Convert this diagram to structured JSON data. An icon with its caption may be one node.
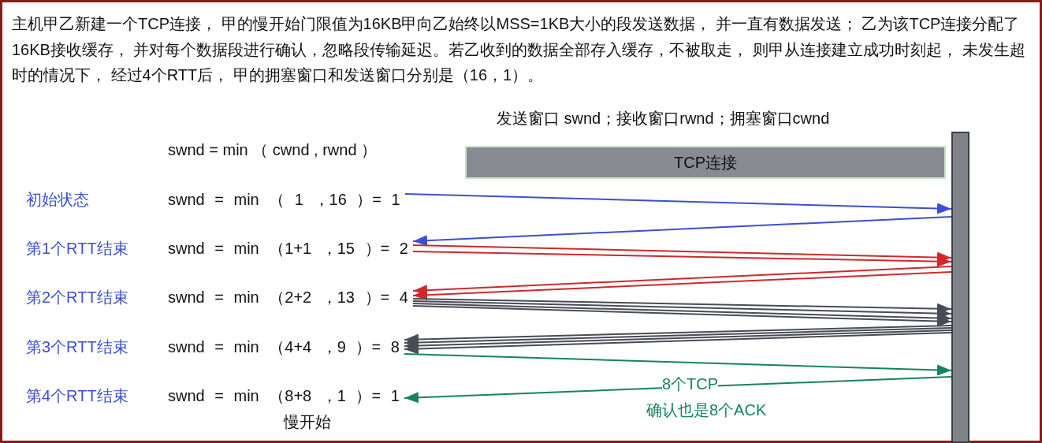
{
  "diagram": {
    "title": "主机甲乙新建一个TCP连接， 甲的慢开始门限值为16KB甲向乙始终以MSS=1KB大小的段发送数据， 并一直有数据发送； 乙为该TCP连接分配了16KB接收缓存， 并对每个数据段进行确认，忽略段传输延迟。若乙收到的数据全部存入缓存，不被取走， 则甲从连接建立成功时刻起， 未发生超时的情况下， 经过4个RTT后， 甲的拥塞窗口和发送窗口分别是（16，1）。",
    "nodes": [
      {
        "text": [
          "TCP连接"
        ]
      },
      {
        "text": [],
        "shape": "bar"
      },
      {
        "text": [
          "swnd = min （ 1 ，16 ）= 1"
        ]
      },
      {
        "text": [
          "swnd = min （1+1 ，15 ）= 2"
        ]
      },
      {
        "text": [
          "swnd = min （2+2 ，13 ）= 4"
        ]
      },
      {
        "text": [
          "swnd = min （4+4 ，9 ）= 8"
        ]
      },
      {
        "text": [
          "swnd = min （8+8 ，1 ）= 1"
        ]
      }
    ],
    "edges": [
      {
        "from": 2,
        "to": 1,
        "arrow": "to",
        "color": "#3b50d0"
      },
      {
        "from": 1,
        "to": 3,
        "arrow": "to",
        "color": "#3b50d0"
      },
      {
        "from": 3,
        "to": 1,
        "arrow": "to",
        "color": "#d0282d"
      },
      {
        "from": 3,
        "to": 1,
        "arrow": "to",
        "color": "#d0282d"
      },
      {
        "from": 1,
        "to": 4,
        "arrow": "to",
        "color": "#d0282d"
      },
      {
        "from": 1,
        "to": 4,
        "arrow": "to",
        "color": "#d0282d"
      },
      {
        "from": 4,
        "to": 1,
        "arrow": "to"
      },
      {
        "from": 4,
        "to": 1,
        "arrow": "to"
      },
      {
        "from": 4,
        "to": 1,
        "arrow": "to"
      },
      {
        "from": 4,
        "to": 1,
        "arrow": "to"
      },
      {
        "from": 1,
        "to": 5,
        "arrow": "to"
      },
      {
        "from": 1,
        "to": 5,
        "arrow": "to"
      },
      {
        "from": 1,
        "to": 5,
        "arrow": "to"
      },
      {
        "from": 1,
        "to": 5,
        "arrow": "to"
      },
      {
        "from": 5,
        "to": 1,
        "arrow": "to",
        "color": "#14855a"
      },
      {
        "from": 1,
        "to": 6,
        "arrow": "to",
        "color": "#14855a"
      }
    ],
    "labels": [
      "发送窗口 swnd；接收窗口rwnd；拥塞窗口cwnd",
      "swnd = min （ cwnd , rwnd ）",
      "初始状态",
      "第1个RTT结束",
      "第2个RTT结束",
      "第3个RTT结束",
      "第4个RTT结束",
      "8个TCP",
      "确认也是8个ACK",
      "慢开始"
    ]
  }
}
